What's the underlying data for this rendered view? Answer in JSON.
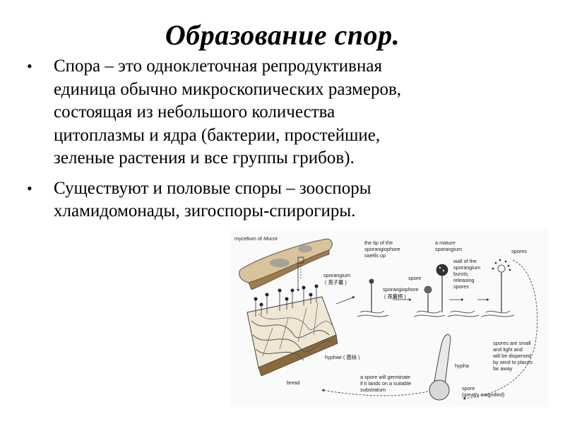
{
  "title": "Образование спор.",
  "bullets": [
    {
      "lines": [
        "Спора – это одноклеточная репродуктивная",
        "единица обычно микроскопических размеров,",
        "состоящая из небольшого количества",
        "цитоплазмы и ядра (бактерии, простейшие,",
        "зеленые растения и все группы грибов)."
      ]
    },
    {
      "lines": [
        "Существуют и половые споры – зооспоры",
        "хламидомонады, зигоспоры-спирогиры."
      ]
    }
  ],
  "figure": {
    "labels": {
      "mycelium_prefix": "mycelium of ",
      "mycelium_italic": "Mucor",
      "sporangium": "sporangium",
      "sporangium_cn": "( 孢子囊 )",
      "tip_line1": "the tip of the",
      "tip_line2": "sporangiophore",
      "tip_line3": "swells up",
      "spore": "spore",
      "sporangiophore": "sporangiophore",
      "sporangiophore_cn": "( 孢囊柄 )",
      "mature_line1": "a mature",
      "mature_line2": "sporangium",
      "wall_line1": "wall of the",
      "wall_line2": "sporangium",
      "wall_line3": "bursts,",
      "wall_line4": "releasing",
      "wall_line5": "spores",
      "spores_top": "spores",
      "small_line1": "spores are small",
      "small_line2": "and light and",
      "small_line3": "will be dispersed",
      "small_line4": "by wind to places",
      "small_line5": "far away",
      "hypha": "hypha",
      "hyphae": "hyphae ( 菌絲 )",
      "germ_line1": "a spore will germinate",
      "germ_line2": "if it lands on a suitable",
      "germ_line3": "substratum",
      "spore_bottom": "spore",
      "magnified": "(greatly magnified)",
      "bread": "bread"
    }
  }
}
